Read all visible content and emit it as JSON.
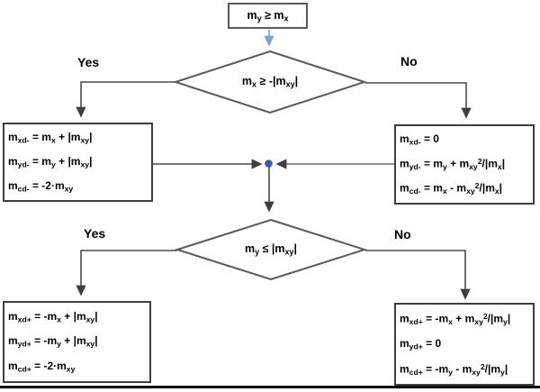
{
  "labels": {
    "yes": "Yes",
    "no": "No"
  },
  "colors": {
    "connector": "#4a4a4a",
    "box_border": "#3f3f3f",
    "diamond_border": "#595959",
    "start_arrow_blue": "#7aa4d9",
    "junction_dot": "#2e5c9e",
    "bottom_rule": "#000000",
    "text": "#000000"
  },
  "nodes": {
    "start": {
      "runs": [
        {
          "t": "m"
        },
        {
          "t": "y",
          "s": "sub"
        },
        {
          "t": " ≥ m"
        },
        {
          "t": "x",
          "s": "sub"
        }
      ]
    },
    "decision1": {
      "runs": [
        {
          "t": "m"
        },
        {
          "t": "x",
          "s": "sub"
        },
        {
          "t": " ≥ -|m"
        },
        {
          "t": "xy",
          "s": "sub"
        },
        {
          "t": "|"
        }
      ]
    },
    "decision2": {
      "runs": [
        {
          "t": "m"
        },
        {
          "t": "y",
          "s": "sub"
        },
        {
          "t": " ≤ |m"
        },
        {
          "t": "xy",
          "s": "sub"
        },
        {
          "t": "|"
        }
      ]
    },
    "box_top_left": {
      "lines": [
        [
          {
            "t": "m"
          },
          {
            "t": "xd-",
            "s": "sub"
          },
          {
            "t": " = m"
          },
          {
            "t": "x",
            "s": "sub"
          },
          {
            "t": " + |m"
          },
          {
            "t": "xy",
            "s": "sub"
          },
          {
            "t": "|"
          }
        ],
        [
          {
            "t": "m"
          },
          {
            "t": "yd-",
            "s": "sub"
          },
          {
            "t": " = m"
          },
          {
            "t": "y",
            "s": "sub"
          },
          {
            "t": " + |m"
          },
          {
            "t": "xy",
            "s": "sub"
          },
          {
            "t": "|"
          }
        ],
        [
          {
            "t": "m"
          },
          {
            "t": "cd-",
            "s": "sub"
          },
          {
            "t": " = -2·m"
          },
          {
            "t": "xy",
            "s": "sub"
          }
        ]
      ]
    },
    "box_top_right": {
      "lines": [
        [
          {
            "t": "m"
          },
          {
            "t": "xd-",
            "s": "sub"
          },
          {
            "t": " = 0"
          }
        ],
        [
          {
            "t": "m"
          },
          {
            "t": "yd-",
            "s": "sub"
          },
          {
            "t": " = m"
          },
          {
            "t": "y",
            "s": "sub"
          },
          {
            "t": " + m"
          },
          {
            "t": "xy",
            "s": "sub"
          },
          {
            "t": "2",
            "s": "sup"
          },
          {
            "t": "/|m"
          },
          {
            "t": "x",
            "s": "sub"
          },
          {
            "t": "|"
          }
        ],
        [
          {
            "t": "m"
          },
          {
            "t": "cd-",
            "s": "sub"
          },
          {
            "t": " = m"
          },
          {
            "t": "x",
            "s": "sub"
          },
          {
            "t": " - m"
          },
          {
            "t": "xy",
            "s": "sub"
          },
          {
            "t": "2",
            "s": "sup"
          },
          {
            "t": "/|m"
          },
          {
            "t": "x",
            "s": "sub"
          },
          {
            "t": "|"
          }
        ]
      ]
    },
    "box_bottom_left": {
      "lines": [
        [
          {
            "t": "m"
          },
          {
            "t": "xd+",
            "s": "sub"
          },
          {
            "t": " = -m"
          },
          {
            "t": "x",
            "s": "sub"
          },
          {
            "t": " + |m"
          },
          {
            "t": "xy",
            "s": "sub"
          },
          {
            "t": "|"
          }
        ],
        [
          {
            "t": "m"
          },
          {
            "t": "yd+",
            "s": "sub"
          },
          {
            "t": " = -m"
          },
          {
            "t": "y",
            "s": "sub"
          },
          {
            "t": " + |m"
          },
          {
            "t": "xy",
            "s": "sub"
          },
          {
            "t": "|"
          }
        ],
        [
          {
            "t": "m"
          },
          {
            "t": "cd+",
            "s": "sub"
          },
          {
            "t": " = -2·m"
          },
          {
            "t": "xy",
            "s": "sub"
          }
        ]
      ]
    },
    "box_bottom_right": {
      "lines": [
        [
          {
            "t": "m"
          },
          {
            "t": "xd+",
            "s": "sub"
          },
          {
            "t": " = -m"
          },
          {
            "t": "x",
            "s": "sub"
          },
          {
            "t": " + m"
          },
          {
            "t": "xy",
            "s": "sub"
          },
          {
            "t": "2",
            "s": "sup"
          },
          {
            "t": "/|m"
          },
          {
            "t": "y",
            "s": "sub"
          },
          {
            "t": "|"
          }
        ],
        [
          {
            "t": "m"
          },
          {
            "t": "yd+",
            "s": "sub"
          },
          {
            "t": " = 0"
          }
        ],
        [
          {
            "t": "m"
          },
          {
            "t": "cd+",
            "s": "sub"
          },
          {
            "t": " = -m"
          },
          {
            "t": "y",
            "s": "sub"
          },
          {
            "t": " - m"
          },
          {
            "t": "xy",
            "s": "sub"
          },
          {
            "t": "2",
            "s": "sup"
          },
          {
            "t": "/|m"
          },
          {
            "t": "y",
            "s": "sub"
          },
          {
            "t": "|"
          }
        ]
      ]
    }
  }
}
